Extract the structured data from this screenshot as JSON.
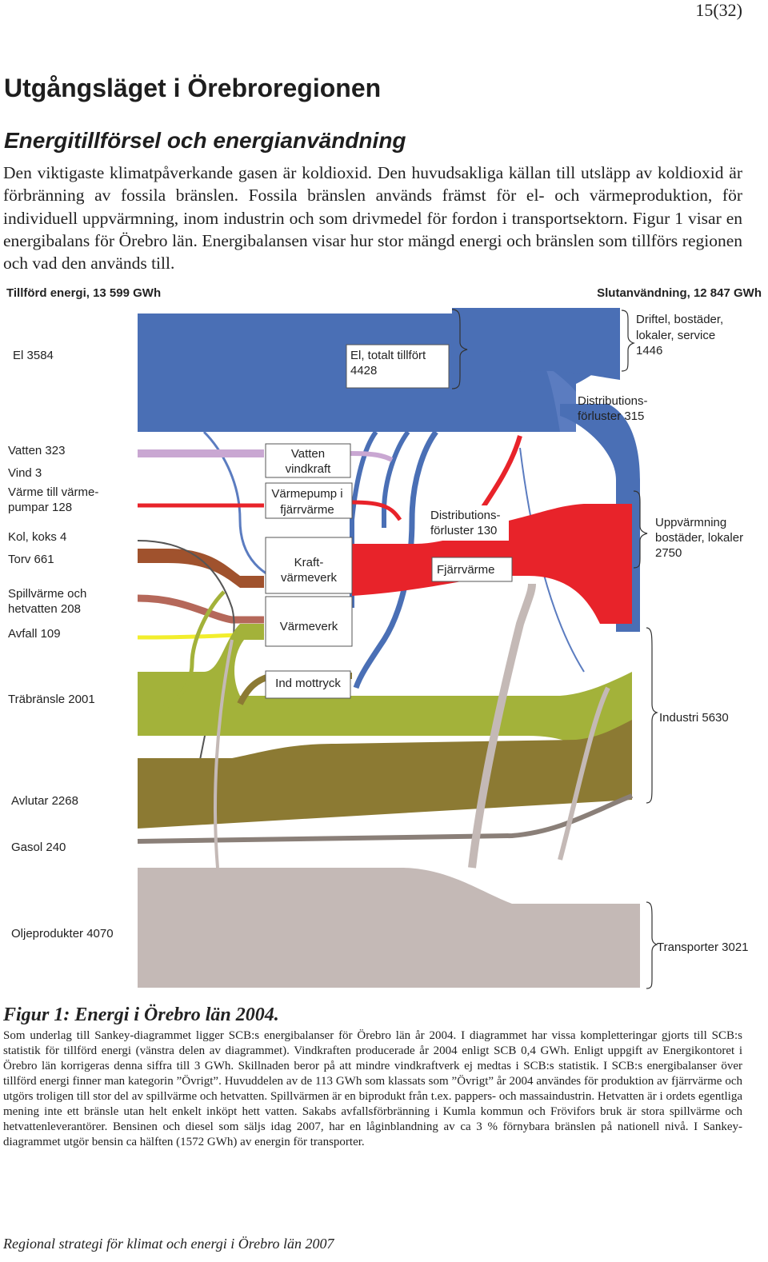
{
  "page": {
    "number": "15(32)"
  },
  "heading": "Utgångsläget i Örebroregionen",
  "subheading": "Energitillförsel och energianvändning",
  "intro": "Den viktigaste klimatpåverkande gasen är koldioxid. Den huvudsakliga källan till utsläpp av koldioxid är förbränning av fossila bränslen. Fossila bränslen används främst för el- och värmeproduktion, för individuell uppvärmning, inom industrin och som drivmedel för fordon i transportsektorn. Figur 1 visar en energibalans för Örebro län. Energibalansen visar hur stor mängd energi och bränslen som tillförs regionen och vad den används till.",
  "sankey": {
    "supply_title": "Tillförd energi, 13 599 GWh",
    "use_title": "Slutanvändning, 12 847 GWh",
    "sources": [
      {
        "name": "El",
        "value": 3584,
        "label": "El 3584",
        "color": "#4a6fb5"
      },
      {
        "name": "Vatten",
        "value": 323,
        "label": "Vatten 323",
        "color": "#c9a7d2"
      },
      {
        "name": "Vind",
        "value": 3,
        "label": "Vind 3",
        "color": "#9a9a9a"
      },
      {
        "name": "Värme till värmepumpar",
        "value": 128,
        "label_1": "Värme till värme-",
        "label_2": "pumpar 128",
        "color": "#e8232a"
      },
      {
        "name": "Kol, koks",
        "value": 4,
        "label": "Kol, koks 4",
        "color": "#555555"
      },
      {
        "name": "Torv",
        "value": 661,
        "label": "Torv  661",
        "color": "#a0522d"
      },
      {
        "name": "Spillvärme och hetvatten",
        "value": 208,
        "label_1": "Spillvärme och",
        "label_2": "hetvatten 208",
        "color": "#b5685a"
      },
      {
        "name": "Avfall",
        "value": 109,
        "label": "Avfall 109",
        "color": "#f2ee2c"
      },
      {
        "name": "Träbränsle",
        "value": 2001,
        "label": "Träbränsle 2001",
        "color": "#a3b23a"
      },
      {
        "name": "Avlutar",
        "value": 2268,
        "label": "Avlutar 2268",
        "color": "#8c7a33"
      },
      {
        "name": "Gasol",
        "value": 240,
        "label": "Gasol 240",
        "color": "#8a7f78"
      },
      {
        "name": "Oljeprodukter",
        "value": 4070,
        "label": "Oljeprodukter 4070",
        "color": "#c4b9b6"
      }
    ],
    "nodes": {
      "el_total_1": "El, totalt tillfört",
      "el_total_2": "4428",
      "vatten_vind_1": "Vatten",
      "vatten_vind_2": "vindkraft",
      "varmepump_1": "Värmepump i",
      "varmepump_2": "fjärrvärme",
      "kraftvarme_1": "Kraft-",
      "kraftvarme_2": "värmeverk",
      "varmeverk": "Värmeverk",
      "ind_mottryck": "Ind mottryck",
      "dist_loss_1": "Distributions-",
      "dist_loss_2": "förluster 130",
      "fjarrvarme": "Fjärrvärme",
      "el_loss_1": "Distributions-",
      "el_loss_2": "förluster 315"
    },
    "uses": [
      {
        "name": "Driftel, bostäder, lokaler, service",
        "value": 1446,
        "label_1": "Driftel, bostäder,",
        "label_2": "lokaler, service",
        "label_3": "1446"
      },
      {
        "name": "Uppvärmning bostäder, lokaler",
        "value": 2750,
        "label_1": "Uppvärmning",
        "label_2": "bostäder, lokaler",
        "label_3": "2750"
      },
      {
        "name": "Industri",
        "value": 5630,
        "label": "Industri 5630"
      },
      {
        "name": "Transporter",
        "value": 3021,
        "label": "Transporter 3021"
      }
    ]
  },
  "figure": {
    "caption": "Figur 1: Energi i Örebro län 2004.",
    "text": "Som underlag till Sankey-diagrammet ligger SCB:s energibalanser för Örebro län år 2004. I diagrammet har vissa kompletteringar gjorts till SCB:s statistik för tillförd energi (vänstra delen av diagrammet). Vindkraften producerade år 2004 enligt SCB 0,4 GWh. Enligt uppgift av Energikontoret i Örebro län korrigeras denna siffra till 3 GWh. Skillnaden beror på att mindre vindkraftverk ej medtas i SCB:s statistik. I SCB:s energibalanser över tillförd energi finner man kategorin ”Övrigt”. Huvuddelen av de 113 GWh som klassats som ”Övrigt” år 2004 användes för produktion av fjärrvärme och utgörs troligen till stor del av spillvärme och hetvatten. Spillvärmen är en biprodukt från t.ex. pappers- och massaindustrin. Hetvatten är i ordets egentliga mening inte ett bränsle utan helt enkelt inköpt hett vatten. Sakabs avfallsförbränning i Kumla kommun och Frövifors bruk är stora spillvärme och hetvattenleverantörer. Bensinen och diesel som säljs idag 2007, har en låginblandning av ca 3 % förnybara bränslen på nationell nivå. I Sankey-diagrammet utgör bensin ca hälften (1572 GWh) av energin för transporter."
  },
  "footer": "Regional strategi för klimat och energi i Örebro län 2007"
}
